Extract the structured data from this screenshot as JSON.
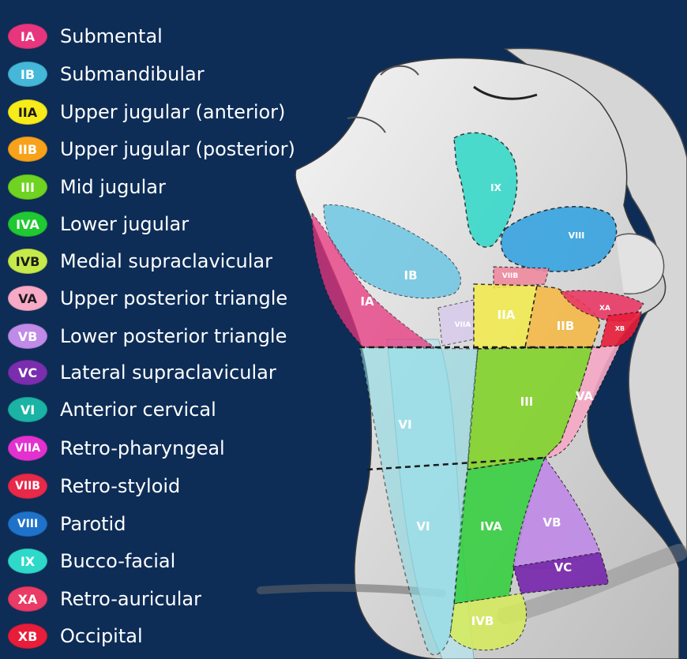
{
  "legend": [
    {
      "code": "IA",
      "label": "Submental",
      "color": "#e8367e"
    },
    {
      "code": "IB",
      "label": "Submandibular",
      "color": "#45b7d9"
    },
    {
      "code": "IIA",
      "label": "Upper jugular (anterior)",
      "color": "#f7ec1a"
    },
    {
      "code": "IIB",
      "label": "Upper jugular (posterior)",
      "color": "#f7a21a"
    },
    {
      "code": "III",
      "label": "Mid jugular",
      "color": "#6ed321"
    },
    {
      "code": "IVA",
      "label": "Lower jugular",
      "color": "#20c832"
    },
    {
      "code": "IVB",
      "label": "Medial supraclavicular",
      "color": "#c6ea4a"
    },
    {
      "code": "VA",
      "label": "Upper posterior triangle",
      "color": "#f7a9c6"
    },
    {
      "code": "VB",
      "label": "Lower posterior triangle",
      "color": "#c08ae8"
    },
    {
      "code": "VC",
      "label": "Lateral supraclavicular",
      "color": "#7a2eae"
    },
    {
      "code": "VI",
      "label": "Anterior cervical",
      "color": "#1bb4a4"
    },
    {
      "code": "VIIA",
      "label": "Retro-pharyngeal",
      "color": "#e331cf"
    },
    {
      "code": "VIIB",
      "label": "Retro-styloid",
      "color": "#e8294a"
    },
    {
      "code": "VIII",
      "label": "Parotid",
      "color": "#1f72c9"
    },
    {
      "code": "IX",
      "label": "Bucco-facial",
      "color": "#2fd9c9"
    },
    {
      "code": "XA",
      "label": "Retro-auricular",
      "color": "#ea3a66"
    },
    {
      "code": "XB",
      "label": "Occipital",
      "color": "#e81d3a"
    }
  ],
  "zones": {
    "IA": "IA",
    "IB": "IB",
    "IIA": "IIA",
    "IIB": "IIB",
    "III": "III",
    "IVA": "IVA",
    "IVB": "IVB",
    "VA": "VA",
    "VB": "VB",
    "VC": "VC",
    "VI_upper": "VI",
    "VI_lower": "VI",
    "VIIA": "VIIA",
    "VIIB": "VIIB",
    "VIII": "VIII",
    "IX": "IX",
    "XA": "XA",
    "XB": "XB"
  }
}
